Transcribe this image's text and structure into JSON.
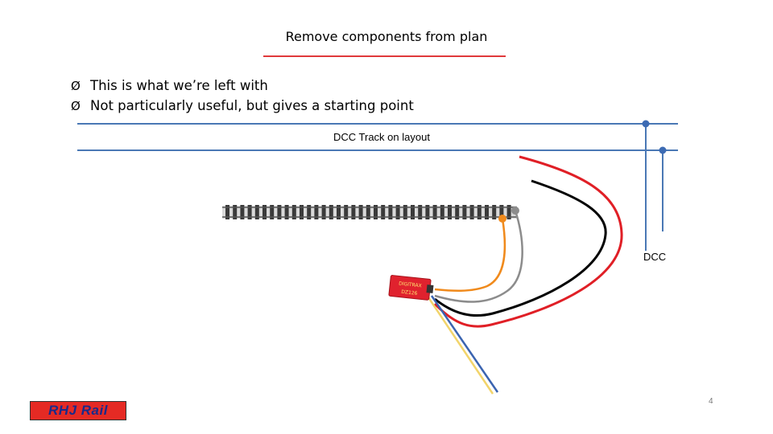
{
  "slide": {
    "title": "Remove components from plan",
    "bullets": [
      "This is what we’re left with",
      "Not particularly useful, but gives a starting point"
    ],
    "bullet_glyph": "Ø",
    "page_number": "4"
  },
  "diagram": {
    "track_bus_label": "DCC Track on layout",
    "dcc_label": "DCC",
    "decoder_text_line1": "DIGITRAX",
    "decoder_text_line2": "DZ126",
    "colors": {
      "bus_wire": "#4a78b5",
      "red_wire": "#e01f26",
      "black_wire": "#000000",
      "orange_wire": "#f08a1c",
      "grey_wire": "#8c8c8c",
      "yellow_wire": "#f2d46b",
      "blue_wire": "#3b64b0",
      "decoder": "#e0222e"
    }
  },
  "logo": {
    "text": "RHJ Rail"
  }
}
